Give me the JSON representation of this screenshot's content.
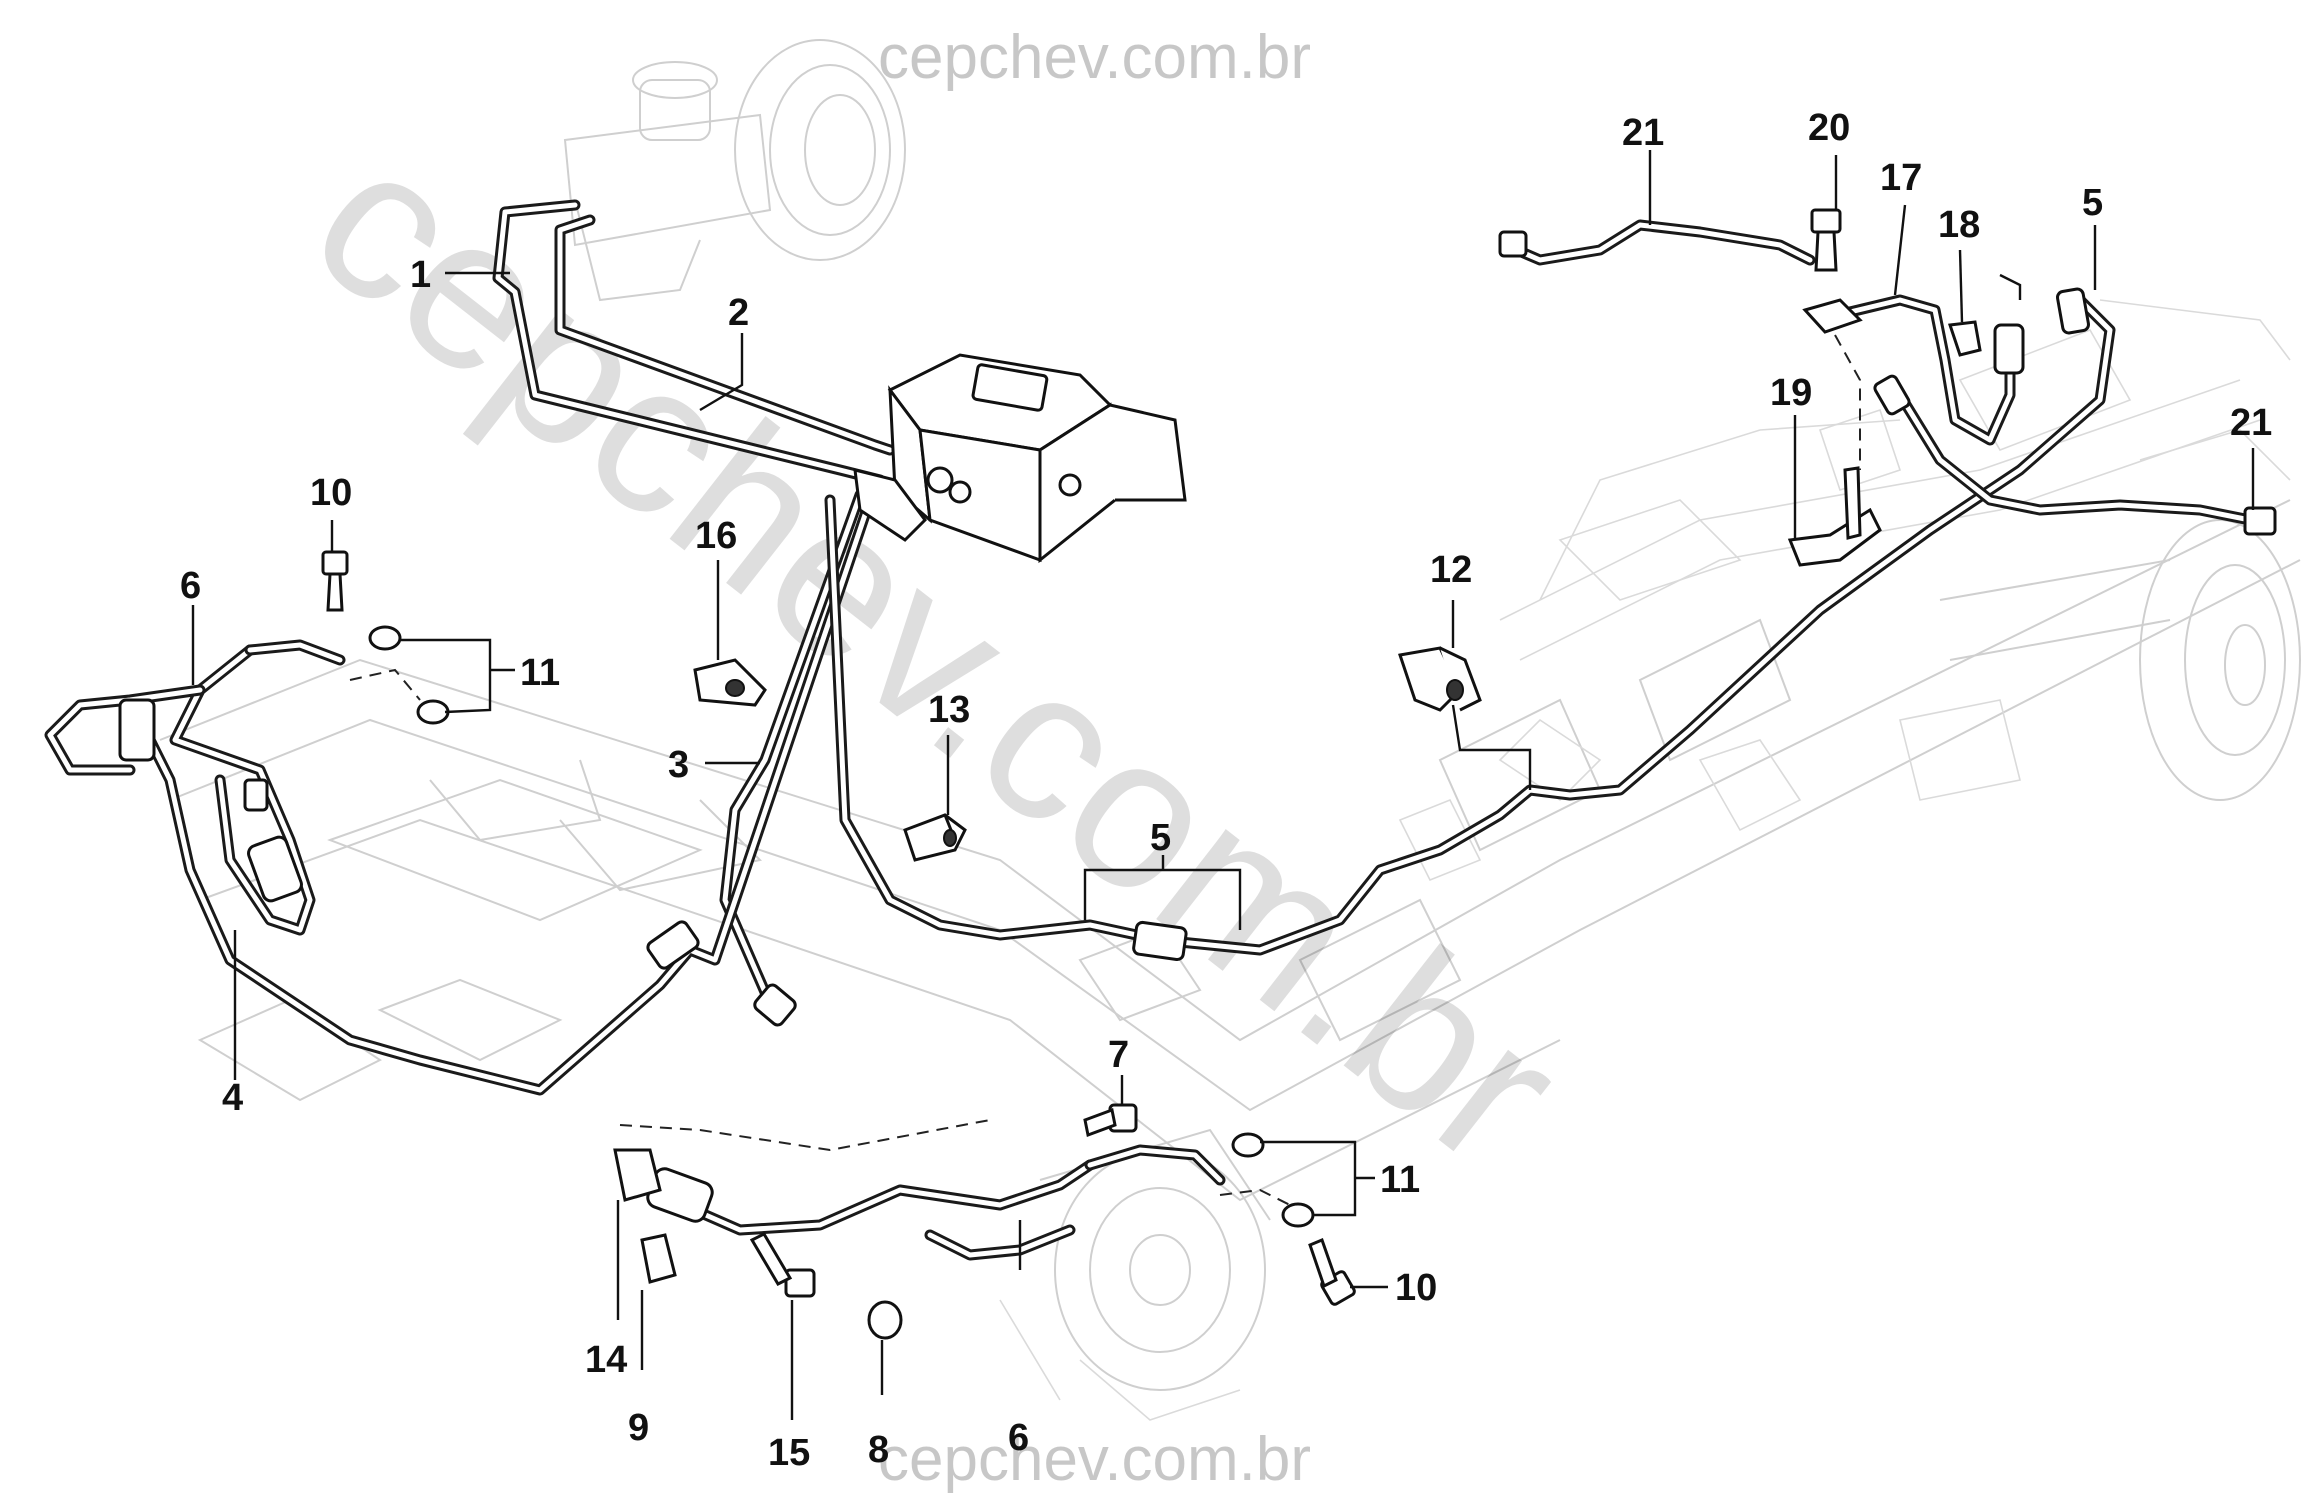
{
  "watermarks": {
    "top": "cepchev.com.br",
    "diagonal": "cepchev.com.br",
    "bottom": "cepchev.com.br"
  },
  "callouts": {
    "c1": "1",
    "c2": "2",
    "c3": "3",
    "c4": "4",
    "c5a": "5",
    "c5b": "5",
    "c6a": "6",
    "c6b": "6",
    "c7": "7",
    "c8": "8",
    "c9": "9",
    "c10a": "10",
    "c10b": "10",
    "c11a": "11",
    "c11b": "11",
    "c12": "12",
    "c13": "13",
    "c14": "14",
    "c15": "15",
    "c16": "16",
    "c17": "17",
    "c18": "18",
    "c19": "19",
    "c20": "20",
    "c21a": "21",
    "c21b": "21"
  },
  "colors": {
    "line": "#1a1a1a",
    "ghost": "#cfcfcf",
    "background": "#ffffff"
  }
}
